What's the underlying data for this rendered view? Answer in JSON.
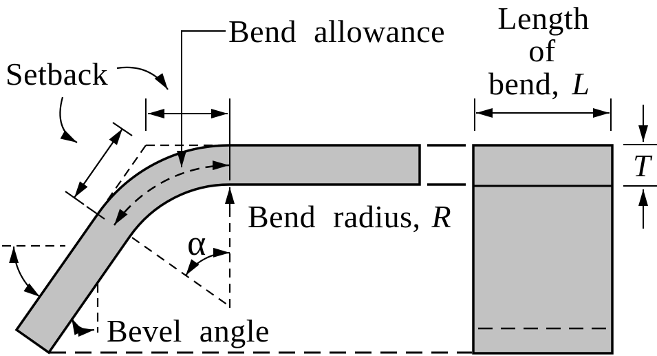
{
  "labels": {
    "setback": "Setback",
    "bend_allowance": "Bend allowance",
    "length_of_bend_line1": "Length",
    "length_of_bend_line2": "of",
    "length_of_bend_line3": "bend,",
    "length_symbol": "L",
    "thickness_symbol": "T",
    "bend_radius": "Bend radius,",
    "bend_radius_symbol": "R",
    "bend_angle_symbol": "α",
    "bevel_angle": "Bevel angle"
  },
  "colors": {
    "background": "#ffffff",
    "sheet-fill": "#c2c2c2",
    "line": "#000000"
  }
}
